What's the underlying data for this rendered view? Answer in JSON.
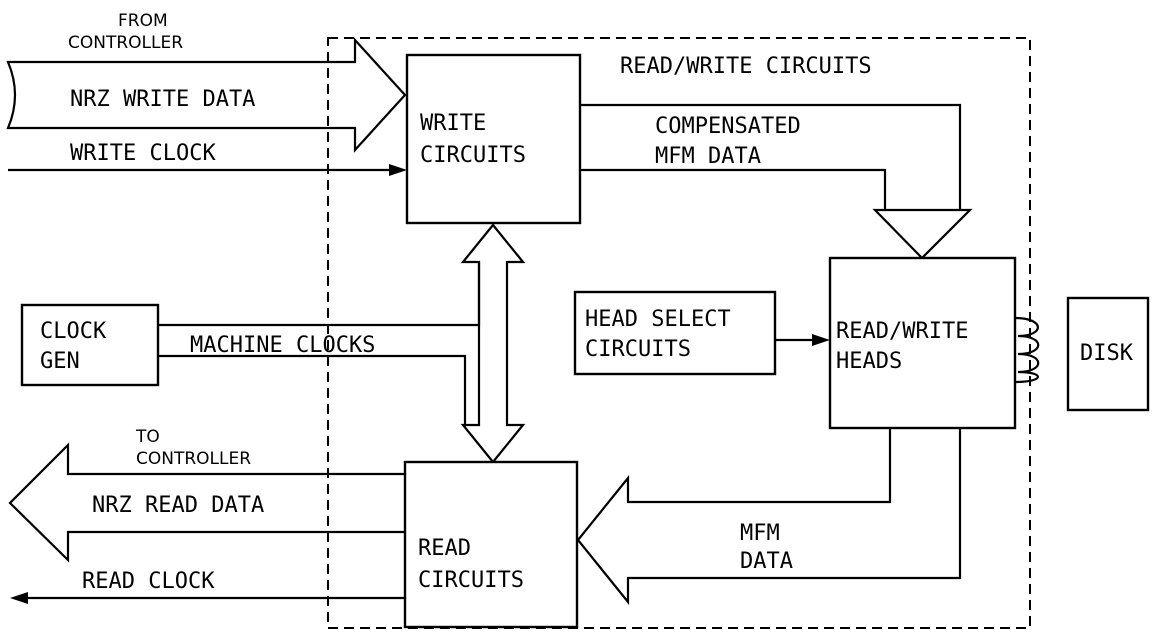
{
  "diagram": {
    "boundary_label": "READ/WRITE CIRCUITS",
    "blocks": {
      "write_circuits": [
        "WRITE",
        "CIRCUITS"
      ],
      "read_circuits": [
        "READ",
        "CIRCUITS"
      ],
      "clock_gen": [
        "CLOCK",
        "GEN"
      ],
      "head_select": [
        "HEAD SELECT",
        "CIRCUITS"
      ],
      "rw_heads": [
        "READ/WRITE",
        "HEADS"
      ],
      "disk": "DISK"
    },
    "signals": {
      "from_controller": [
        "FROM",
        "CONTROLLER"
      ],
      "nrz_write_data": "NRZ WRITE DATA",
      "write_clock": "WRITE CLOCK",
      "compensated_mfm": [
        "COMPENSATED",
        "MFM DATA"
      ],
      "machine_clocks": "MACHINE CLOCKS",
      "to_controller": [
        "TO",
        "CONTROLLER"
      ],
      "nrz_read_data": "NRZ READ DATA",
      "read_clock": "READ CLOCK",
      "mfm_data": [
        "MFM",
        "DATA"
      ]
    }
  }
}
